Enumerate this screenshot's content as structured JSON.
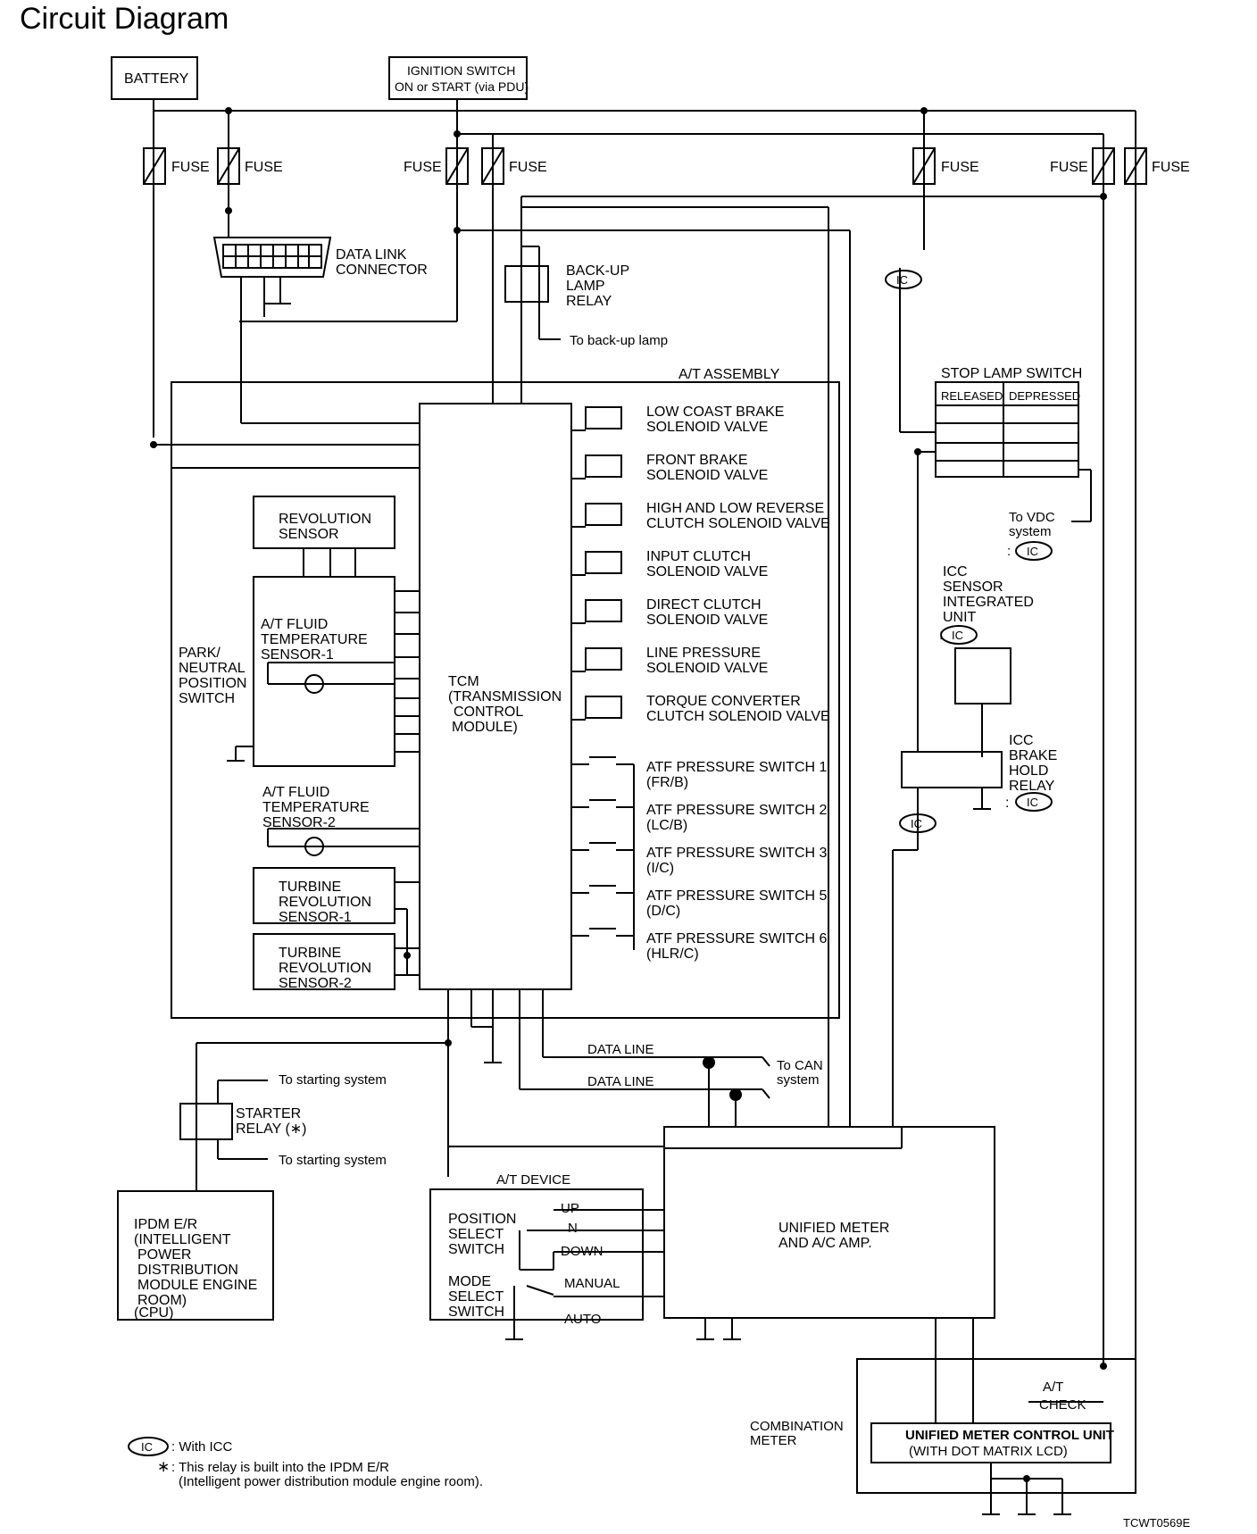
{
  "title": "Circuit Diagram",
  "figure_code": "TCWT0569E",
  "fuse_label": "FUSE",
  "battery": "BATTERY",
  "ignition": [
    "IGNITION SWITCH",
    "ON or START (via PDU)"
  ],
  "data_link_connector": [
    "DATA LINK",
    "CONNECTOR"
  ],
  "backup_relay": [
    "BACK-UP",
    "LAMP",
    "RELAY"
  ],
  "to_backup_lamp": "To back-up lamp",
  "at_assembly": "A/T ASSEMBLY",
  "tcm": [
    "TCM",
    "(TRANSMISSION",
    "CONTROL",
    "MODULE)"
  ],
  "revolution_sensor": [
    "REVOLUTION",
    "SENSOR"
  ],
  "fluid_temp_1": [
    "A/T FLUID",
    "TEMPERATURE",
    "SENSOR-1"
  ],
  "park_neutral": [
    "PARK/",
    "NEUTRAL",
    "POSITION",
    "SWITCH"
  ],
  "fluid_temp_2": [
    "A/T FLUID",
    "TEMPERATURE",
    "SENSOR-2"
  ],
  "turbine_1": [
    "TURBINE",
    "REVOLUTION",
    "SENSOR-1"
  ],
  "turbine_2": [
    "TURBINE",
    "REVOLUTION",
    "SENSOR-2"
  ],
  "solenoids": [
    [
      "LOW COAST BRAKE",
      "SOLENOID VALVE"
    ],
    [
      "FRONT BRAKE",
      "SOLENOID VALVE"
    ],
    [
      "HIGH AND LOW REVERSE",
      "CLUTCH SOLENOID VALVE"
    ],
    [
      "INPUT CLUTCH",
      "SOLENOID VALVE"
    ],
    [
      "DIRECT CLUTCH",
      "SOLENOID VALVE"
    ],
    [
      "LINE PRESSURE",
      "SOLENOID VALVE"
    ],
    [
      "TORQUE CONVERTER",
      "CLUTCH SOLENOID VALVE"
    ]
  ],
  "pressure_switches": [
    [
      "ATF PRESSURE SWITCH 1",
      "(FR/B)"
    ],
    [
      "ATF PRESSURE SWITCH 2",
      "(LC/B)"
    ],
    [
      "ATF PRESSURE SWITCH 3",
      "(I/C)"
    ],
    [
      "ATF PRESSURE SWITCH 5",
      "(D/C)"
    ],
    [
      "ATF PRESSURE SWITCH 6",
      "(HLR/C)"
    ]
  ],
  "stop_lamp": {
    "title": "STOP LAMP SWITCH",
    "released": "RELEASED",
    "depressed": "DEPRESSED"
  },
  "to_vdc": [
    "To VDC",
    "system",
    ":"
  ],
  "ic_label": "IC",
  "icc_sensor": [
    "ICC",
    "SENSOR",
    "INTEGRATED",
    "UNIT",
    ":"
  ],
  "icc_relay": [
    "ICC",
    "BRAKE",
    "HOLD",
    "RELAY",
    ":"
  ],
  "data_line": "DATA LINE",
  "to_can": [
    "To CAN",
    "system"
  ],
  "to_starting": "To starting system",
  "starter_relay": [
    "STARTER",
    "RELAY (∗)"
  ],
  "ipdm": [
    "IPDM E/R",
    "(INTELLIGENT",
    "POWER",
    "DISTRIBUTION",
    "MODULE ENGINE",
    "ROOM)",
    "(CPU)"
  ],
  "at_device": "A/T DEVICE",
  "position_select": [
    "POSITION",
    "SELECT",
    "SWITCH"
  ],
  "mode_select": [
    "MODE",
    "SELECT",
    "SWITCH"
  ],
  "switch_positions": {
    "up": "UP",
    "n": "N",
    "down": "DOWN",
    "manual": "MANUAL",
    "auto": "AUTO"
  },
  "unified_meter": [
    "UNIFIED METER",
    "AND A/C AMP."
  ],
  "combination_meter": [
    "COMBINATION",
    "METER"
  ],
  "at_check": [
    "A/T",
    "CHECK"
  ],
  "meter_control_unit": [
    "UNIFIED METER CONTROL UNIT",
    "(WITH DOT MATRIX LCD)"
  ],
  "legend": {
    "ic": ": With ICC",
    "star": [
      ": This relay is built into the IPDM E/R",
      "(Intelligent power distribution module engine room)."
    ]
  }
}
